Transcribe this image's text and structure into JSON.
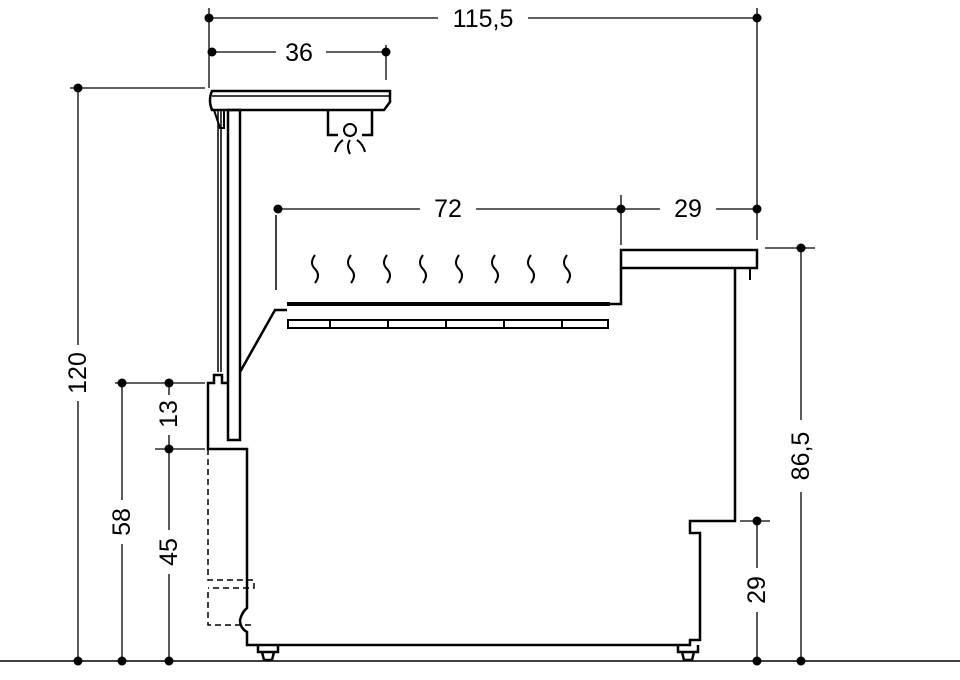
{
  "dimensions": {
    "total_width": "115,5",
    "canopy_depth": "36",
    "display_depth": "72",
    "counter_depth": "29",
    "total_height": "120",
    "base_height": "58",
    "step_height": "13",
    "lower_height": "45",
    "counter_height": "86,5",
    "plinth_height": "29"
  },
  "colors": {
    "line": "#000000",
    "background": "#ffffff"
  }
}
